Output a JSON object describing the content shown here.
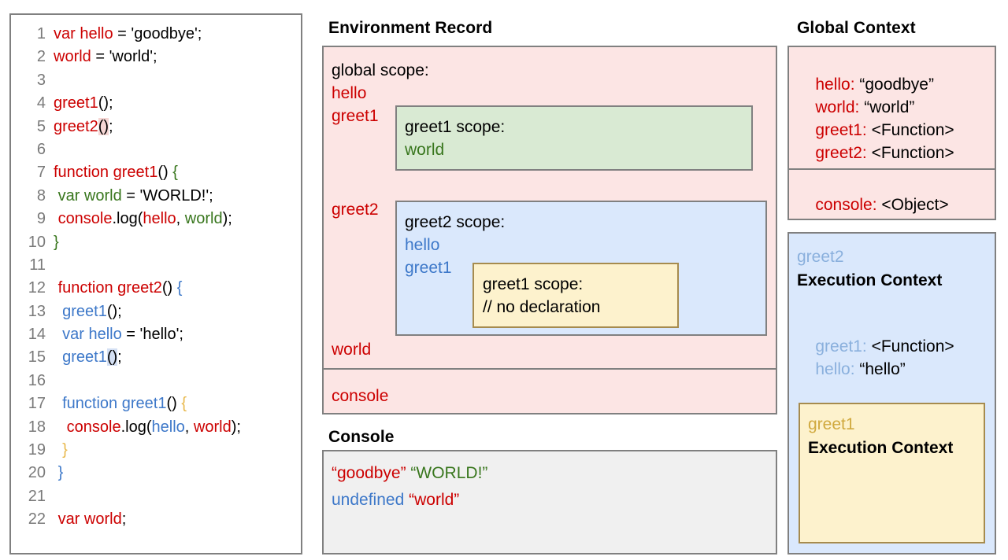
{
  "code_panel": {
    "name": "javascript-source-code",
    "lines": [
      {
        "n": "1",
        "tokens": [
          {
            "t": "var hello",
            "c": "red"
          },
          {
            "t": " = ",
            "c": "blk"
          },
          {
            "t": "'goodbye';",
            "c": "blk"
          }
        ]
      },
      {
        "n": "2",
        "tokens": [
          {
            "t": "world",
            "c": "red"
          },
          {
            "t": " = 'world';",
            "c": "blk"
          }
        ]
      },
      {
        "n": "3",
        "tokens": []
      },
      {
        "n": "4",
        "tokens": [
          {
            "t": "greet1",
            "c": "red"
          },
          {
            "t": "();",
            "c": "blk"
          }
        ]
      },
      {
        "n": "5",
        "tokens": [
          {
            "t": "greet2",
            "c": "red"
          },
          {
            "t": "()",
            "c": "blk",
            "hl": "red"
          },
          {
            "t": ";",
            "c": "blk"
          }
        ]
      },
      {
        "n": "6",
        "tokens": []
      },
      {
        "n": "7",
        "tokens": [
          {
            "t": "function greet1",
            "c": "red"
          },
          {
            "t": "() ",
            "c": "blk"
          },
          {
            "t": "{",
            "c": "green"
          }
        ]
      },
      {
        "n": "8",
        "tokens": [
          {
            "t": " ",
            "c": "blk"
          },
          {
            "t": "var world",
            "c": "green"
          },
          {
            "t": " = 'WORLD!';",
            "c": "blk"
          }
        ]
      },
      {
        "n": "9",
        "tokens": [
          {
            "t": " ",
            "c": "blk"
          },
          {
            "t": "console",
            "c": "red"
          },
          {
            "t": ".log(",
            "c": "blk"
          },
          {
            "t": "hello",
            "c": "red"
          },
          {
            "t": ", ",
            "c": "blk"
          },
          {
            "t": "world",
            "c": "green"
          },
          {
            "t": ");",
            "c": "blk"
          }
        ]
      },
      {
        "n": "10",
        "tokens": [
          {
            "t": "}",
            "c": "green"
          }
        ]
      },
      {
        "n": "11",
        "tokens": []
      },
      {
        "n": "12",
        "tokens": [
          {
            "t": " ",
            "c": "blk"
          },
          {
            "t": "function greet2",
            "c": "red"
          },
          {
            "t": "() ",
            "c": "blk"
          },
          {
            "t": "{",
            "c": "blue"
          }
        ]
      },
      {
        "n": "13",
        "tokens": [
          {
            "t": "  ",
            "c": "blk"
          },
          {
            "t": "greet1",
            "c": "blue"
          },
          {
            "t": "();",
            "c": "blk"
          }
        ]
      },
      {
        "n": "14",
        "tokens": [
          {
            "t": "  ",
            "c": "blk"
          },
          {
            "t": "var hello",
            "c": "blue"
          },
          {
            "t": " = 'hello';",
            "c": "blk"
          }
        ]
      },
      {
        "n": "15",
        "tokens": [
          {
            "t": "  ",
            "c": "blk"
          },
          {
            "t": "greet1",
            "c": "blue"
          },
          {
            "t": "()",
            "c": "blk",
            "hl": "blue"
          },
          {
            "t": ";",
            "c": "blk"
          }
        ]
      },
      {
        "n": "16",
        "tokens": []
      },
      {
        "n": "17",
        "tokens": [
          {
            "t": "  ",
            "c": "blk"
          },
          {
            "t": "function greet1",
            "c": "blue"
          },
          {
            "t": "() ",
            "c": "blk"
          },
          {
            "t": "{",
            "c": "gold"
          }
        ]
      },
      {
        "n": "18",
        "tokens": [
          {
            "t": "   ",
            "c": "blk"
          },
          {
            "t": "console",
            "c": "red"
          },
          {
            "t": ".log(",
            "c": "blk"
          },
          {
            "t": "hello",
            "c": "blue"
          },
          {
            "t": ", ",
            "c": "blk"
          },
          {
            "t": "world",
            "c": "red"
          },
          {
            "t": ");",
            "c": "blk"
          }
        ]
      },
      {
        "n": "19",
        "tokens": [
          {
            "t": "  ",
            "c": "blk"
          },
          {
            "t": "}",
            "c": "gold"
          }
        ]
      },
      {
        "n": "20",
        "tokens": [
          {
            "t": " ",
            "c": "blk"
          },
          {
            "t": "}",
            "c": "blue"
          }
        ]
      },
      {
        "n": "21",
        "tokens": []
      },
      {
        "n": "22",
        "tokens": [
          {
            "t": " ",
            "c": "blk"
          },
          {
            "t": "var world",
            "c": "red"
          },
          {
            "t": ";",
            "c": "blk"
          }
        ]
      }
    ]
  },
  "environment_record": {
    "title": "Environment Record",
    "global_scope_label": "global scope:",
    "global_vars_top": [
      "hello",
      "greet1"
    ],
    "global_var_greet2": "greet2",
    "global_var_world": "world",
    "global_var_console": "console",
    "greet1_scope": {
      "label": "greet1 scope:",
      "vars": [
        "world"
      ]
    },
    "greet2_scope": {
      "label": "greet2 scope:",
      "vars": [
        "hello",
        "greet1"
      ]
    },
    "greet1_inner_scope": {
      "label": "greet1 scope:",
      "comment": "// no declaration"
    }
  },
  "console": {
    "title": "Console",
    "lines": [
      [
        {
          "t": "“goodbye”",
          "c": "red"
        },
        {
          "t": " ",
          "c": "blk"
        },
        {
          "t": "“WORLD!”",
          "c": "green"
        }
      ],
      [
        {
          "t": "undefined",
          "c": "blue"
        },
        {
          "t": " ",
          "c": "blk"
        },
        {
          "t": "“world”",
          "c": "red"
        }
      ]
    ]
  },
  "global_context": {
    "title": "Global Context",
    "bindings": [
      {
        "key": "hello:",
        "val": " “goodbye”"
      },
      {
        "key": "world:",
        "val": " “world”"
      },
      {
        "key": "greet1:",
        "val": " <Function>"
      },
      {
        "key": "greet2:",
        "val": " <Function>"
      }
    ],
    "console_binding": {
      "key": "console:",
      "val": " <Object>"
    },
    "greet2_execution_context": {
      "name": "greet2",
      "heading": "Execution Context",
      "bindings": [
        {
          "key": "greet1:",
          "val": " <Function>"
        },
        {
          "key": "hello:",
          "val": " “hello”"
        }
      ]
    },
    "greet1_execution_context": {
      "name": "greet1",
      "heading": "Execution Context"
    }
  },
  "colors": {
    "red": "#cc0000",
    "green": "#38761d",
    "blue": "#3d78c9",
    "gold": "#e8b84b",
    "pink_bg": "#fce5e4",
    "green_bg": "#d9ead3",
    "blue_bg": "#dae8fc",
    "yellow_bg": "#fdf2cd",
    "console_bg": "#f0f0f0",
    "border": "#808080"
  }
}
